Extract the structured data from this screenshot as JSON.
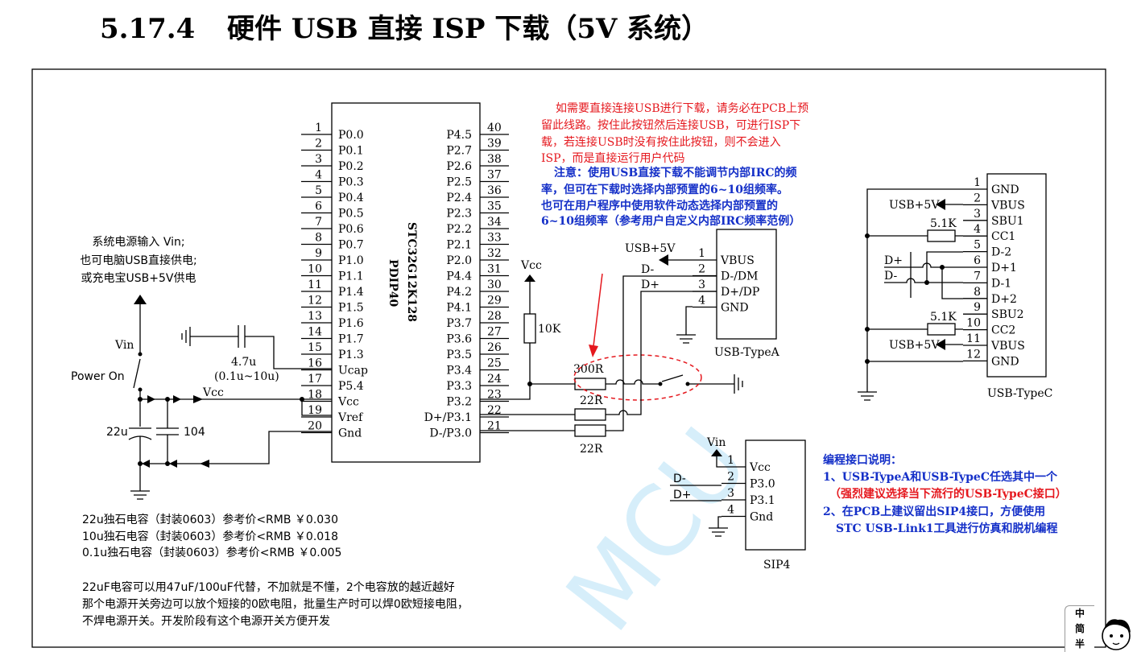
{
  "heading": {
    "number": "5.17.4",
    "title": "硬件 USB 直接 ISP 下载（5V 系统）"
  },
  "mcu": {
    "name": "STC32G12K128",
    "package": "PDIP40",
    "left_pins": [
      {
        "num": "1",
        "name": "P0.0"
      },
      {
        "num": "2",
        "name": "P0.1"
      },
      {
        "num": "3",
        "name": "P0.2"
      },
      {
        "num": "4",
        "name": "P0.3"
      },
      {
        "num": "5",
        "name": "P0.4"
      },
      {
        "num": "6",
        "name": "P0.5"
      },
      {
        "num": "7",
        "name": "P0.6"
      },
      {
        "num": "8",
        "name": "P0.7"
      },
      {
        "num": "9",
        "name": "P1.0"
      },
      {
        "num": "10",
        "name": "P1.1"
      },
      {
        "num": "11",
        "name": "P1.4"
      },
      {
        "num": "12",
        "name": "P1.5"
      },
      {
        "num": "13",
        "name": "P1.6"
      },
      {
        "num": "14",
        "name": "P1.7"
      },
      {
        "num": "15",
        "name": "P1.3"
      },
      {
        "num": "16",
        "name": "Ucap"
      },
      {
        "num": "17",
        "name": "P5.4"
      },
      {
        "num": "18",
        "name": "Vcc"
      },
      {
        "num": "19",
        "name": "Vref"
      },
      {
        "num": "20",
        "name": "Gnd"
      }
    ],
    "right_pins": [
      {
        "num": "40",
        "name": "P4.5"
      },
      {
        "num": "39",
        "name": "P2.7"
      },
      {
        "num": "38",
        "name": "P2.6"
      },
      {
        "num": "37",
        "name": "P2.5"
      },
      {
        "num": "36",
        "name": "P2.4"
      },
      {
        "num": "35",
        "name": "P2.3"
      },
      {
        "num": "34",
        "name": "P2.2"
      },
      {
        "num": "33",
        "name": "P2.1"
      },
      {
        "num": "32",
        "name": "P2.0"
      },
      {
        "num": "31",
        "name": "P4.4"
      },
      {
        "num": "30",
        "name": "P4.2"
      },
      {
        "num": "29",
        "name": "P4.1"
      },
      {
        "num": "28",
        "name": "P3.7"
      },
      {
        "num": "27",
        "name": "P3.6"
      },
      {
        "num": "26",
        "name": "P3.5"
      },
      {
        "num": "25",
        "name": "P3.4"
      },
      {
        "num": "24",
        "name": "P3.3"
      },
      {
        "num": "23",
        "name": "P3.2"
      },
      {
        "num": "22",
        "name": "D+/P3.1"
      },
      {
        "num": "21",
        "name": "D-/P3.0"
      }
    ]
  },
  "power_note": [
    "系统电源输入 Vin;",
    "也可电脑USB直接供电;",
    "或充电宝USB+5V供电"
  ],
  "labels": {
    "vin": "Vin",
    "power_on": "Power On",
    "vcc": "Vcc",
    "c22u": "22u",
    "c104": "104",
    "c_ucap": "4.7u",
    "c_ucap_range": "(0.1u~10u)",
    "r10k": "10K",
    "r300": "300R",
    "r22_a": "22R",
    "r22_b": "22R",
    "dminus": "D-",
    "dplus": "D+",
    "usb5v": "USB+5V",
    "r51k": "5.1K",
    "vin_sip": "Vin"
  },
  "red_note": [
    "如需要直接连接USB进行下载，请务必在PCB上预",
    "留此线路。按住此按钮然后连接USB，可进行ISP下",
    "载，若连接USB时没有按住此按钮，则不会进入",
    "ISP，而是直接运行用户代码"
  ],
  "blue_note": [
    "注意：使用USB直接下载不能调节内部IRC的频",
    "率，但可在下载时选择内部预置的6~10组频率。",
    "也可在用户程序中使用软件动态选择内部预置的",
    "6~10组频率（参考用户自定义内部IRC频率范例）"
  ],
  "usb_typea": {
    "name": "USB-TypeA",
    "pins": [
      {
        "num": "1",
        "name": "VBUS"
      },
      {
        "num": "2",
        "name": "D-/DM"
      },
      {
        "num": "3",
        "name": "D+/DP"
      },
      {
        "num": "4",
        "name": "GND"
      }
    ]
  },
  "usb_typec": {
    "name": "USB-TypeC",
    "pins": [
      {
        "num": "1",
        "name": "GND"
      },
      {
        "num": "2",
        "name": "VBUS"
      },
      {
        "num": "3",
        "name": "SBU1"
      },
      {
        "num": "4",
        "name": "CC1"
      },
      {
        "num": "5",
        "name": "D-2"
      },
      {
        "num": "6",
        "name": "D+1"
      },
      {
        "num": "7",
        "name": "D-1"
      },
      {
        "num": "8",
        "name": "D+2"
      },
      {
        "num": "9",
        "name": "SBU2"
      },
      {
        "num": "10",
        "name": "CC2"
      },
      {
        "num": "11",
        "name": "VBUS"
      },
      {
        "num": "12",
        "name": "GND"
      }
    ]
  },
  "sip4": {
    "name": "SIP4",
    "pins": [
      {
        "num": "1",
        "name": "Vcc"
      },
      {
        "num": "2",
        "name": "P3.0"
      },
      {
        "num": "3",
        "name": "P3.1"
      },
      {
        "num": "4",
        "name": "Gnd"
      }
    ]
  },
  "programming_note": [
    "编程接口说明：",
    "1、USB-TypeA和USB-TypeC任选其中一个",
    "（强烈建议选择当下流行的USB-TypeC接口）",
    "2、在PCB上建议留出SIP4接口，方便使用",
    "STC USB-Link1工具进行仿真和脱机编程"
  ],
  "cap_notes": [
    "22u独石电容（封装0603）参考价<RMB ￥0.030",
    "10u独石电容（封装0603）参考价<RMB ￥0.018",
    "0.1u独石电容（封装0603）参考价<RMB ￥0.005"
  ],
  "footer_notes": [
    "22uF电容可以用47uF/100uF代替，不加就是不懂，2个电容放的越近越好",
    "那个电源开关旁边可以放个短接的0欧电阻，批量生产时可以焊0欧短接电阻，",
    "不焊电源开关。开发阶段有这个电源开关方便开发"
  ],
  "watermark": "MCU",
  "side_badge": [
    "中",
    "简",
    "半"
  ]
}
